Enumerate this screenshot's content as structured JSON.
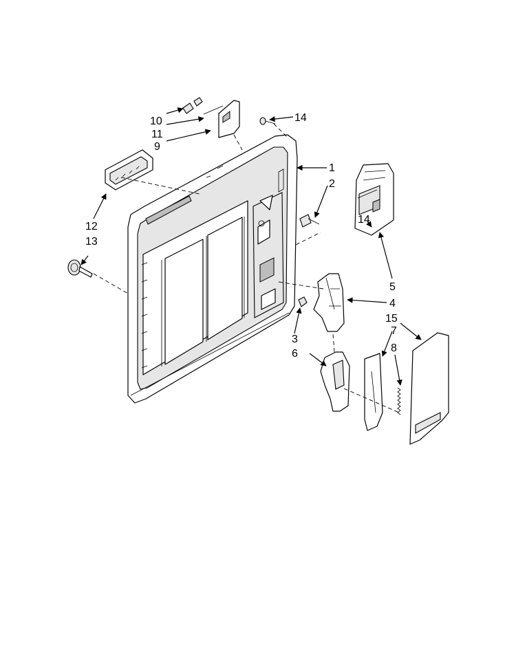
{
  "diagram": {
    "callouts": {
      "c1": "1",
      "c2": "2",
      "c3": "3",
      "c4": "4",
      "c5": "5",
      "c6": "6",
      "c7": "7",
      "c8": "8",
      "c9": "9",
      "c10": "10",
      "c11": "11",
      "c12": "12",
      "c13": "13",
      "c14a": "14",
      "c14b": "14",
      "c15": "15"
    }
  }
}
